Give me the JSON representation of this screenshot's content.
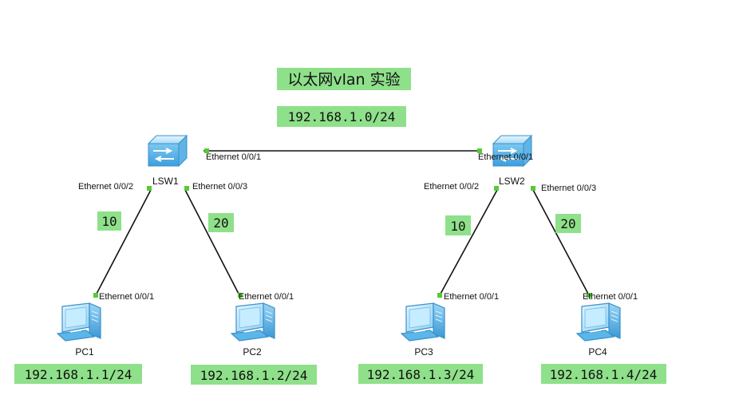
{
  "title": "以太网vlan 实验",
  "network": "192.168.1.0/24",
  "colors": {
    "label_bg": "#8fe08a",
    "link": "#111111",
    "port_dot": "#55cc33",
    "device_blue": "#4aaee8"
  },
  "switches": [
    {
      "name": "LSW1",
      "icon": "switch-icon"
    },
    {
      "name": "LSW2",
      "icon": "switch-icon"
    }
  ],
  "pcs": [
    {
      "name": "PC1",
      "ip": "192.168.1.1/24",
      "icon": "pc-icon"
    },
    {
      "name": "PC2",
      "ip": "192.168.1.2/24",
      "icon": "pc-icon"
    },
    {
      "name": "PC3",
      "ip": "192.168.1.3/24",
      "icon": "pc-icon"
    },
    {
      "name": "PC4",
      "ip": "192.168.1.4/24",
      "icon": "pc-icon"
    }
  ],
  "ports": {
    "lsw1_uplink": "Ethernet 0/0/1",
    "lsw2_uplink": "Ethernet 0/0/1",
    "lsw1_p2": "Ethernet 0/0/2",
    "lsw1_p3": "Ethernet 0/0/3",
    "lsw2_p2": "Ethernet 0/0/2",
    "lsw2_p3": "Ethernet 0/0/3",
    "pc1": "Ethernet 0/0/1",
    "pc2": "Ethernet 0/0/1",
    "pc3": "Ethernet 0/0/1",
    "pc4": "Ethernet 0/0/1"
  },
  "vlans": {
    "lsw1_p2": "10",
    "lsw1_p3": "20",
    "lsw2_p2": "10",
    "lsw2_p3": "20"
  }
}
